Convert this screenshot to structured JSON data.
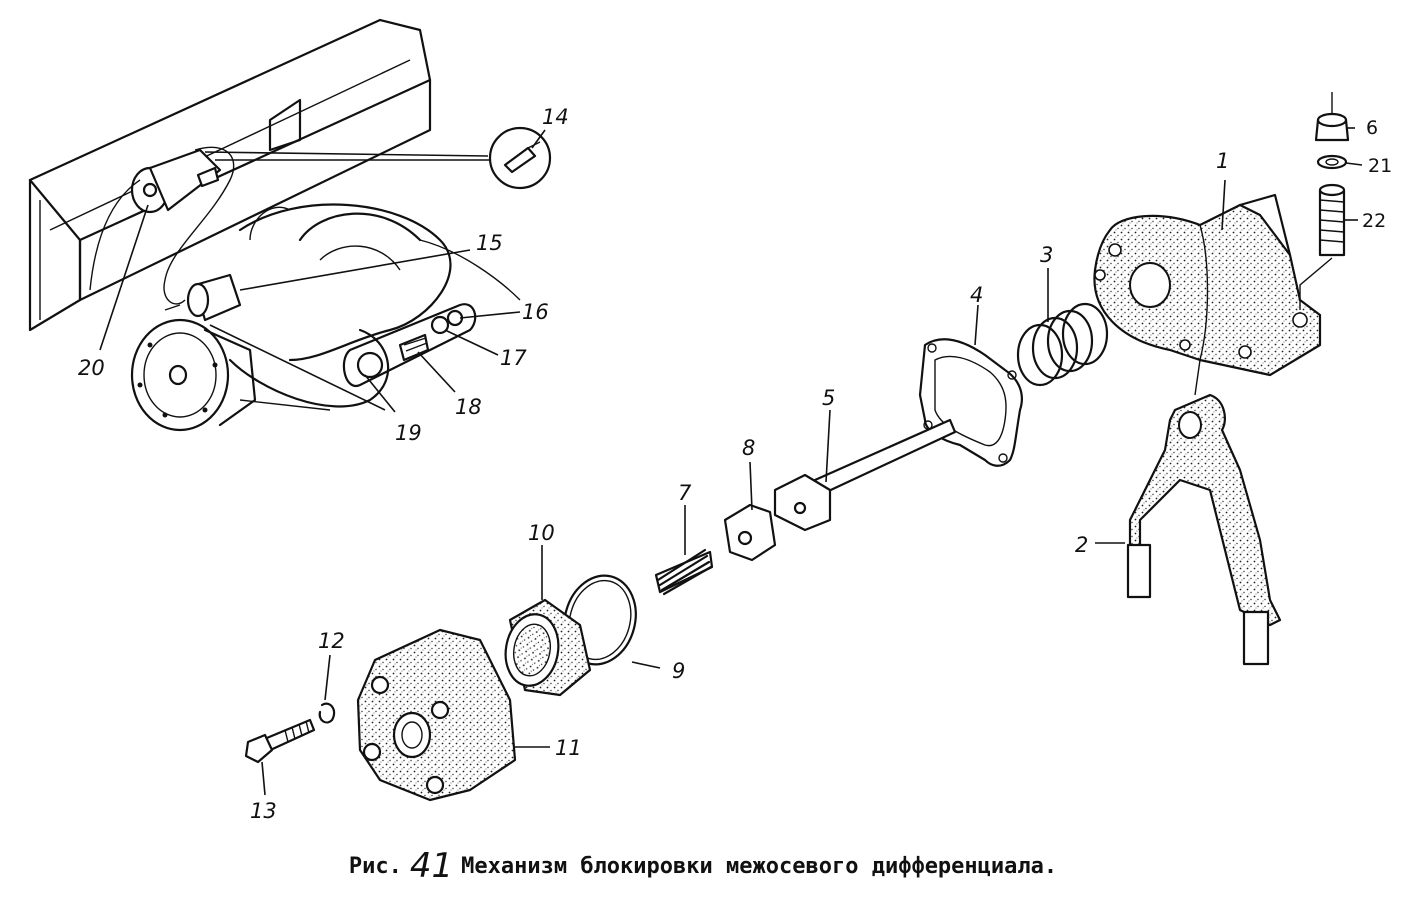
{
  "figure": {
    "caption_prefix": "Рис.",
    "number": "41",
    "caption_title": "Механизм блокировки межосевого дифференциала."
  },
  "parts": [
    {
      "id": "p1",
      "label": "1"
    },
    {
      "id": "p2",
      "label": "2"
    },
    {
      "id": "p3",
      "label": "3"
    },
    {
      "id": "p4",
      "label": "4"
    },
    {
      "id": "p5",
      "label": "5"
    },
    {
      "id": "p6",
      "label": "6"
    },
    {
      "id": "p7",
      "label": "7"
    },
    {
      "id": "p8",
      "label": "8"
    },
    {
      "id": "p9",
      "label": "9"
    },
    {
      "id": "p10",
      "label": "10"
    },
    {
      "id": "p11",
      "label": "11"
    },
    {
      "id": "p12",
      "label": "12"
    },
    {
      "id": "p13",
      "label": "13"
    },
    {
      "id": "p14",
      "label": "14"
    },
    {
      "id": "p15",
      "label": "15"
    },
    {
      "id": "p16",
      "label": "16"
    },
    {
      "id": "p17",
      "label": "17"
    },
    {
      "id": "p18",
      "label": "18"
    },
    {
      "id": "p19",
      "label": "19"
    },
    {
      "id": "p20",
      "label": "20"
    },
    {
      "id": "p21",
      "label": "21"
    },
    {
      "id": "p22",
      "label": "22"
    }
  ]
}
